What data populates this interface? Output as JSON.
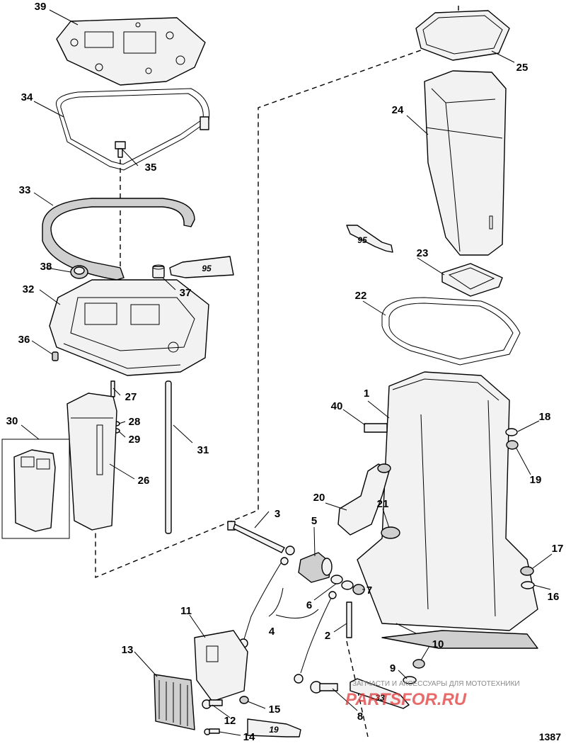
{
  "figure_number": "1387",
  "watermark": {
    "tagline": "ЗАПЧАСТИ И АКСЕССУАРЫ ДЛЯ МОТОТЕХНИКИ",
    "logo": "PARTSFOR.RU"
  },
  "tube_labels": {
    "sealant_95_upper": "95",
    "sealant_95_right": "95",
    "sealant_33": "33",
    "sealant_19": "19"
  },
  "callouts": {
    "c1": "1",
    "c2": "2",
    "c3": "3",
    "c4": "4",
    "c5": "5",
    "c6": "6",
    "c7": "7",
    "c8": "8",
    "c9": "9",
    "c10": "10",
    "c11": "11",
    "c12": "12",
    "c13": "13",
    "c14": "14",
    "c15": "15",
    "c16": "16",
    "c17": "17",
    "c18": "18",
    "c19": "19",
    "c20": "20",
    "c21": "21",
    "c22": "22",
    "c23": "23",
    "c24": "24",
    "c25": "25",
    "c26": "26",
    "c27": "27",
    "c28": "28",
    "c29": "29",
    "c30": "30",
    "c31": "31",
    "c32": "32",
    "c33": "33",
    "c34": "34",
    "c35": "35",
    "c36": "36",
    "c37": "37",
    "c38": "38",
    "c39": "39",
    "c40": "40"
  }
}
